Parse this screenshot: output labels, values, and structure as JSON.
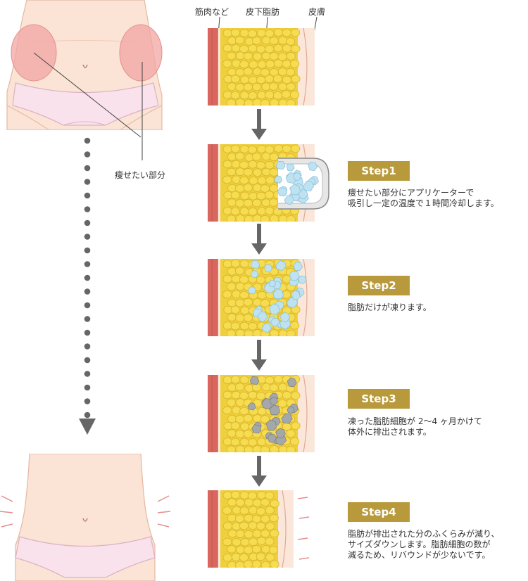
{
  "labels": {
    "muscle": "筋肉など",
    "fat": "皮下脂肪",
    "skin": "皮膚",
    "target_area": "痩せたい部分"
  },
  "steps": [
    {
      "badge": "Step1",
      "lines": [
        "痩せたい部分にアプリケーターで",
        "吸引し一定の温度で１時間冷却します。"
      ]
    },
    {
      "badge": "Step2",
      "lines": [
        "脂肪だけが凍ります。"
      ]
    },
    {
      "badge": "Step3",
      "lines": [
        "凍った脂肪細胞が 2〜4 ヶ月かけて",
        "体外に排出されます。"
      ]
    },
    {
      "badge": "Step4",
      "lines": [
        "脂肪が排出された分のふくらみが減り、",
        "サイズダウンします。脂肪細胞の数が",
        "減るため、リバウンドが少ないです。"
      ]
    }
  ],
  "colors": {
    "badge": "#b89a3d",
    "skin": "#fbe6da",
    "fat": "#f6dc50",
    "muscle": "#d9675f",
    "frozen": "#bfe2f0",
    "dead_cells": "#a5a8aa",
    "arrow": "#666666"
  }
}
